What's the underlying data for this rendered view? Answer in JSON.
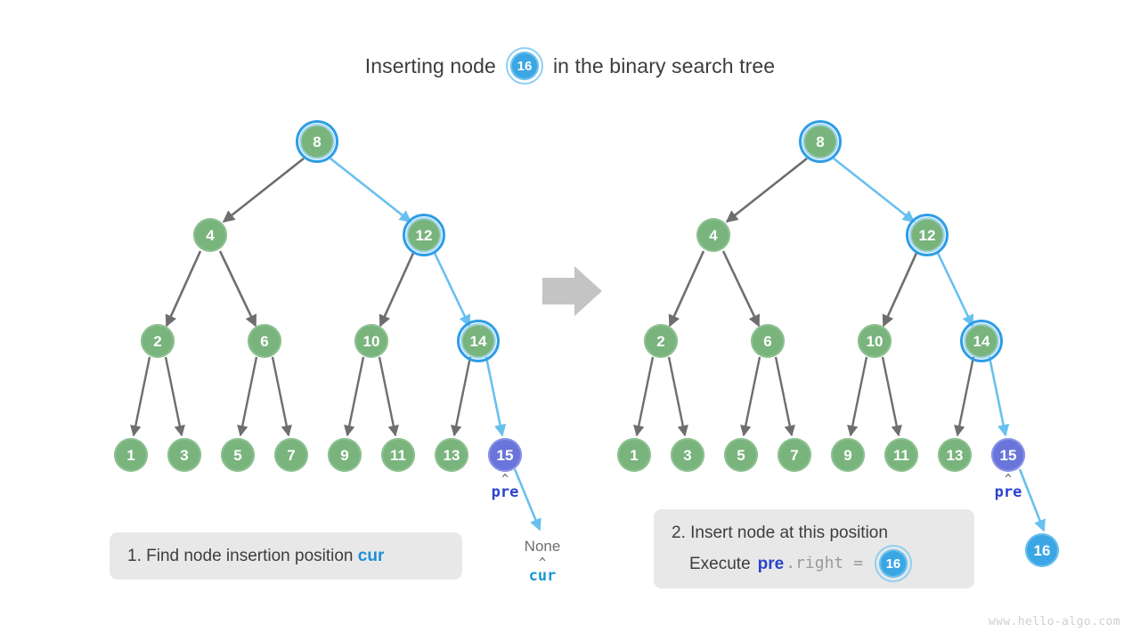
{
  "title": {
    "before": "Inserting node",
    "node_value": "16",
    "after": "in the binary search tree"
  },
  "colors": {
    "node_green": "#79b47d",
    "node_purple": "#6a75db",
    "node_blue": "#3ba6e4",
    "highlight_ring": "#2e9de6",
    "edge_gray": "#6e6e6e",
    "edge_blue": "#68c0ef",
    "caption_bg": "#e8e8e8",
    "keyword_cur": "#1a8fd8",
    "keyword_pre": "#2b42cf",
    "transition_arrow": "#c4c4c4"
  },
  "panels": [
    {
      "id": "before",
      "caption_line1": "1. Find node insertion position cur",
      "caption_prefix": "1. Find node insertion position",
      "caption_keyword": "cur",
      "nodes": [
        {
          "value": "8",
          "style": "green",
          "ring": true
        },
        {
          "value": "4",
          "style": "green",
          "ring": false
        },
        {
          "value": "12",
          "style": "green",
          "ring": true
        },
        {
          "value": "2",
          "style": "green",
          "ring": false
        },
        {
          "value": "6",
          "style": "green",
          "ring": false
        },
        {
          "value": "10",
          "style": "green",
          "ring": false
        },
        {
          "value": "14",
          "style": "green",
          "ring": true
        },
        {
          "value": "1",
          "style": "green",
          "ring": false
        },
        {
          "value": "3",
          "style": "green",
          "ring": false
        },
        {
          "value": "5",
          "style": "green",
          "ring": false
        },
        {
          "value": "7",
          "style": "green",
          "ring": false
        },
        {
          "value": "9",
          "style": "green",
          "ring": false
        },
        {
          "value": "11",
          "style": "green",
          "ring": false
        },
        {
          "value": "13",
          "style": "green",
          "ring": false
        },
        {
          "value": "15",
          "style": "purple",
          "ring": false
        }
      ],
      "annotations": {
        "pre_label": "pre",
        "none_label": "None",
        "cur_label": "cur"
      }
    },
    {
      "id": "after",
      "caption_line1": "2. Insert node at this position",
      "caption_line2_prefix": "Execute",
      "caption_line2_keyword": "pre",
      "caption_line2_expr": ".right =",
      "caption_line2_node": "16",
      "nodes": [
        {
          "value": "8",
          "style": "green",
          "ring": true
        },
        {
          "value": "4",
          "style": "green",
          "ring": false
        },
        {
          "value": "12",
          "style": "green",
          "ring": true
        },
        {
          "value": "2",
          "style": "green",
          "ring": false
        },
        {
          "value": "6",
          "style": "green",
          "ring": false
        },
        {
          "value": "10",
          "style": "green",
          "ring": false
        },
        {
          "value": "14",
          "style": "green",
          "ring": true
        },
        {
          "value": "1",
          "style": "green",
          "ring": false
        },
        {
          "value": "3",
          "style": "green",
          "ring": false
        },
        {
          "value": "5",
          "style": "green",
          "ring": false
        },
        {
          "value": "7",
          "style": "green",
          "ring": false
        },
        {
          "value": "9",
          "style": "green",
          "ring": false
        },
        {
          "value": "11",
          "style": "green",
          "ring": false
        },
        {
          "value": "13",
          "style": "green",
          "ring": false
        },
        {
          "value": "15",
          "style": "purple",
          "ring": false
        },
        {
          "value": "16",
          "style": "blue",
          "ring": false
        }
      ],
      "annotations": {
        "pre_label": "pre"
      }
    }
  ],
  "watermark": "www.hello-algo.com"
}
